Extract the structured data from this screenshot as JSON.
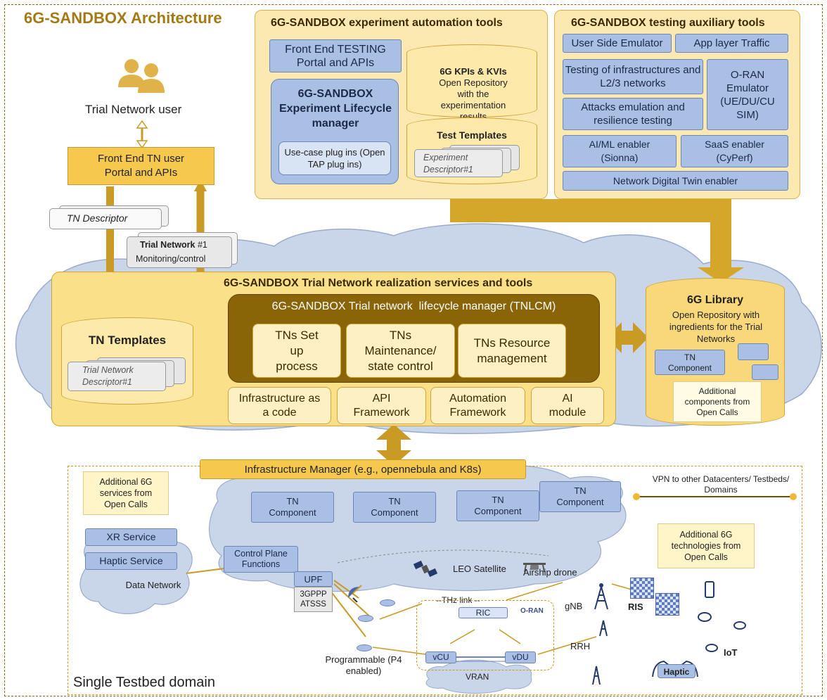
{
  "architecture_title": "6G-SANDBOX Architecture",
  "automation": {
    "title": "6G-SANDBOX experiment automation tools",
    "front_end_testing": "Front End TESTING Portal and APIs",
    "lifecycle_manager": "6G-SANDBOX Experiment Lifecycle manager",
    "usecase_plugins": "Use-case plug ins (Open TAP plug ins)",
    "kpis_bold": "6G KPIs & KVIs",
    "kpis_rest": "Open Repository with the experimentation results",
    "test_templates": "Test Templates",
    "experiment_descriptor": "Experiment Descriptor#1"
  },
  "auxiliary": {
    "title": "6G-SANDBOX testing auxiliary tools",
    "user_side_emulator": "User Side Emulator",
    "app_layer_traffic": "App layer Traffic",
    "testing_infra": "Testing of infrastructures and L2/3 networks",
    "oran_emulator": "O-RAN Emulator (UE/DU/CU SIM)",
    "attacks": "Attacks emulation and resilience testing",
    "aiml": "AI/ML enabler (Sionna)",
    "saas": "SaaS enabler (CyPerf)",
    "digital_twin": "Network Digital Twin enabler"
  },
  "left": {
    "trial_user": "Trial Network user",
    "front_end_tn": "Front End TN user Portal and APIs",
    "tn_descriptor": "TN Descriptor",
    "trial_network_bold": "Trial Network",
    "trial_network_num": "#1",
    "monitoring": "Monitoring/control"
  },
  "realization": {
    "title": "6G-SANDBOX Trial Network realization services and tools",
    "tnlcm": "6G-SANDBOX Trial network  lifecycle manager (TNLCM)",
    "tns_setup": "TNs Set up process",
    "tns_maintenance": "TNs Maintenance/ state control",
    "tns_resource": "TNs Resource management",
    "iac": "Infrastructure as a code",
    "api_framework": "API Framework",
    "automation_framework": "Automation Framework",
    "ai_module": "AI module",
    "tn_templates": "TN Templates",
    "tn_descriptor_card": "Trial Network Descriptor#1"
  },
  "library": {
    "title": "6G Library",
    "desc": "Open Repository with ingredients for the Trial Networks",
    "tn_component": "TN Component",
    "additional": "Additional components from Open Calls"
  },
  "testbed": {
    "infra_manager": "Infrastructure Manager (e.g., opennebula and K8s)",
    "additional_services": "Additional 6G services from Open Calls",
    "vpn": "VPN to other Datacenters/ Testbeds/ Domains",
    "tn_component": "TN Component",
    "xr_service": "XR Service",
    "haptic_service": "Haptic Service",
    "data_network": "Data Network",
    "control_plane": "Control Plane Functions",
    "upf": "UPF",
    "atsss": "3GPPP ATSSS",
    "leo": "LEO Satellite",
    "airship": "Airship drone",
    "thz": "--THz link --",
    "gnb": "gNB",
    "ris": "RIS",
    "ric": "RIC",
    "oran_logo": "O-RAN",
    "rrh": "RRH",
    "vcu": "vCU",
    "vdu": "vDU",
    "vran": "VRAN",
    "programmable": "Programmable (P4 enabled)",
    "additional_tech": "Additional 6G technologies from Open Calls",
    "iot": "IoT",
    "haptic": "Haptic",
    "domain_label": "Single Testbed domain"
  }
}
